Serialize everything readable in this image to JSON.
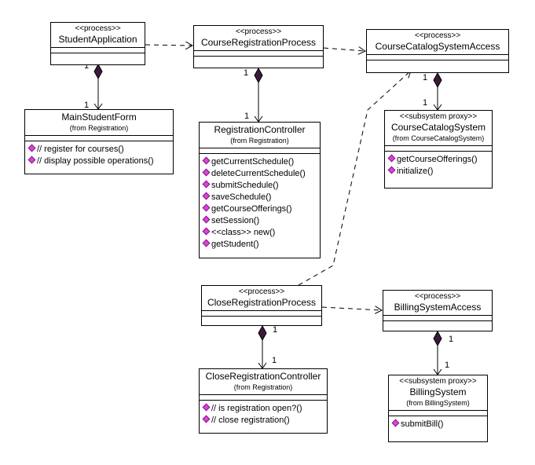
{
  "classes": {
    "student_application": {
      "stereotype": "<<process>>",
      "name": "StudentApplication"
    },
    "course_registration_process": {
      "stereotype": "<<process>>",
      "name": "CourseRegistrationProcess"
    },
    "course_catalog_system_access": {
      "stereotype": "<<process>>",
      "name": "CourseCatalogSystemAccess"
    },
    "main_student_form": {
      "name": "MainStudentForm",
      "from": "(from Registration)",
      "operations": [
        "// register for courses()",
        "// display possible operations()"
      ]
    },
    "registration_controller": {
      "name": "RegistrationController",
      "from": "(from Registration)",
      "operations": [
        "getCurrentSchedule()",
        "deleteCurrentSchedule()",
        "submitSchedule()",
        "saveSchedule()",
        "getCourseOfferings()",
        "setSession()",
        "<<class>> new()",
        "getStudent()"
      ]
    },
    "course_catalog_system": {
      "stereotype": "<<subsystem proxy>>",
      "name": "CourseCatalogSystem",
      "from": "(from CourseCatalogSystem)",
      "operations": [
        "getCourseOfferings()",
        "initialize()"
      ]
    },
    "close_registration_process": {
      "stereotype": "<<process>>",
      "name": "CloseRegistrationProcess"
    },
    "billing_system_access": {
      "stereotype": "<<process>>",
      "name": "BillingSystemAccess"
    },
    "close_registration_controller": {
      "name": "CloseRegistrationController",
      "from": "(from Registration)",
      "operations": [
        "// is registration open?()",
        "// close registration()"
      ]
    },
    "billing_system": {
      "stereotype": "<<subsystem proxy>>",
      "name": "BillingSystem",
      "from": "(from BillingSystem)",
      "operations": [
        "submitBill()"
      ]
    }
  },
  "multiplicities": {
    "sa_whole": "1",
    "sa_part": "1",
    "crp_whole": "1",
    "crp_part": "1",
    "ccsa_whole": "1",
    "ccsa_part": "1",
    "clrp_whole": "1",
    "clrp_part": "1",
    "bsa_whole": "1",
    "bsa_part": "1"
  },
  "colors": {
    "operation_icon": "#e040e0",
    "line": "#000000"
  }
}
